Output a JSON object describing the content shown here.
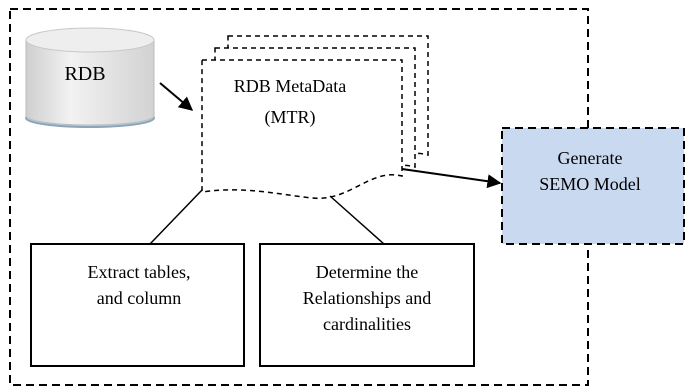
{
  "nodes": {
    "rdb": {
      "label": "RDB"
    },
    "metadata": {
      "line1": "RDB MetaData",
      "line2": "(MTR)"
    },
    "generate": {
      "line1": "Generate",
      "line2": "SEMO Model"
    },
    "extract": {
      "line1": "Extract tables,",
      "line2": "and column"
    },
    "determine": {
      "line1": "Determine the",
      "line2": "Relationships and",
      "line3": "cardinalities"
    }
  },
  "colors": {
    "generate_fill": "#c9d9ef",
    "cylinder_fill": "#e3e3e3",
    "cylinder_rim": "#8aa6bb"
  }
}
